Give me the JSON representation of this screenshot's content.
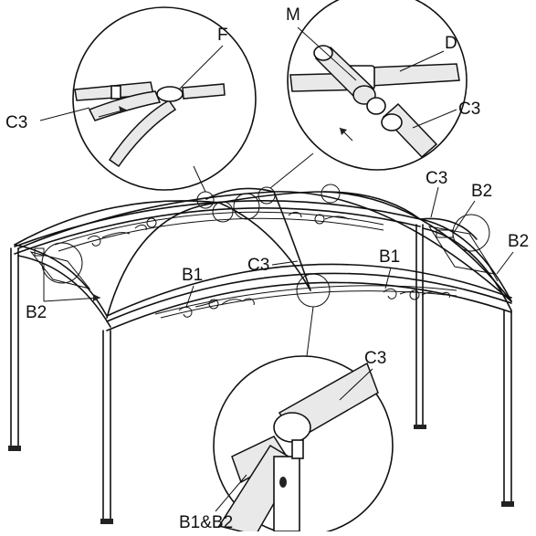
{
  "figure": {
    "labels": {
      "f": "F",
      "m": "M",
      "d": "D",
      "c3_detail_left": "C3",
      "c3_detail_right": "C3",
      "c3_ridge_right": "C3",
      "c3_center": "C3",
      "c3_bottom_detail": "C3",
      "b1_front_left": "B1",
      "b1_front_right": "B1",
      "b2_right_top": "B2",
      "b2_right_end": "B2",
      "b2_left": "B2",
      "b1b2": "B1&B2"
    },
    "colors": {
      "line": "#111111",
      "background": "#ffffff",
      "tube_fill": "#e9e9e9"
    }
  }
}
